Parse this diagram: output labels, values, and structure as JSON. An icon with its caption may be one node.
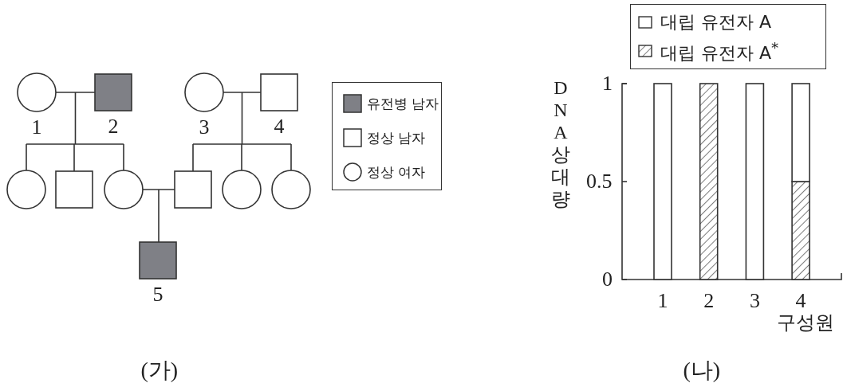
{
  "diagram": {
    "nodes": [
      {
        "text": [],
        "shape": "circle",
        "beside": [
          "1"
        ]
      },
      {
        "text": [],
        "shape": "filled-box",
        "beside": [
          "2"
        ]
      },
      {
        "text": [],
        "shape": "circle",
        "beside": [
          "3"
        ]
      },
      {
        "text": [],
        "shape": "box",
        "beside": [
          "4"
        ]
      },
      {
        "text": [],
        "shape": "circle"
      },
      {
        "text": [],
        "shape": "box"
      },
      {
        "text": [],
        "shape": "circle"
      },
      {
        "text": [],
        "shape": "box"
      },
      {
        "text": [],
        "shape": "circle"
      },
      {
        "text": [],
        "shape": "circle"
      },
      {
        "text": [],
        "shape": "filled-box",
        "beside": [
          "5"
        ]
      }
    ],
    "edges": [
      {
        "from": 0,
        "to": 1,
        "arrow": "none"
      },
      {
        "from": 2,
        "to": 3,
        "arrow": "none"
      },
      {
        "from": 0,
        "to": 4,
        "arrow": "none"
      },
      {
        "from": 0,
        "to": 5,
        "arrow": "none"
      },
      {
        "from": 0,
        "to": 6,
        "arrow": "none"
      },
      {
        "from": 1,
        "to": 4,
        "arrow": "none"
      },
      {
        "from": 1,
        "to": 5,
        "arrow": "none"
      },
      {
        "from": 1,
        "to": 6,
        "arrow": "none"
      },
      {
        "from": 2,
        "to": 7,
        "arrow": "none"
      },
      {
        "from": 2,
        "to": 8,
        "arrow": "none"
      },
      {
        "from": 2,
        "to": 9,
        "arrow": "none"
      },
      {
        "from": 3,
        "to": 7,
        "arrow": "none"
      },
      {
        "from": 3,
        "to": 8,
        "arrow": "none"
      },
      {
        "from": 3,
        "to": 9,
        "arrow": "none"
      },
      {
        "from": 6,
        "to": 7,
        "arrow": "none"
      },
      {
        "from": 6,
        "to": 10,
        "arrow": "none"
      },
      {
        "from": 7,
        "to": 10,
        "arrow": "none"
      }
    ],
    "labels": [
      "(가)",
      "(나)"
    ],
    "legend": [
      {
        "text": "유전병 남자"
      },
      {
        "text": "정상 남자"
      },
      {
        "text": "정상 여자"
      }
    ],
    "chart_data": {
      "type": "bar",
      "stacked": true,
      "legend": "top",
      "ylabel": "DNA 상대량",
      "xlabel": "구성원",
      "categories": [
        "1",
        "2",
        "3",
        "4"
      ],
      "ylim": [
        0,
        1
      ],
      "yticks": [
        0,
        0.5,
        1
      ],
      "series": [
        {
          "name": "대립 유전자 A",
          "color": "#ffffff",
          "values": [
            1,
            0,
            1,
            0.5
          ]
        },
        {
          "name": "대립 유전자 A$^{*}$",
          "values": [
            0,
            1,
            0,
            0.5
          ]
        }
      ]
    }
  }
}
